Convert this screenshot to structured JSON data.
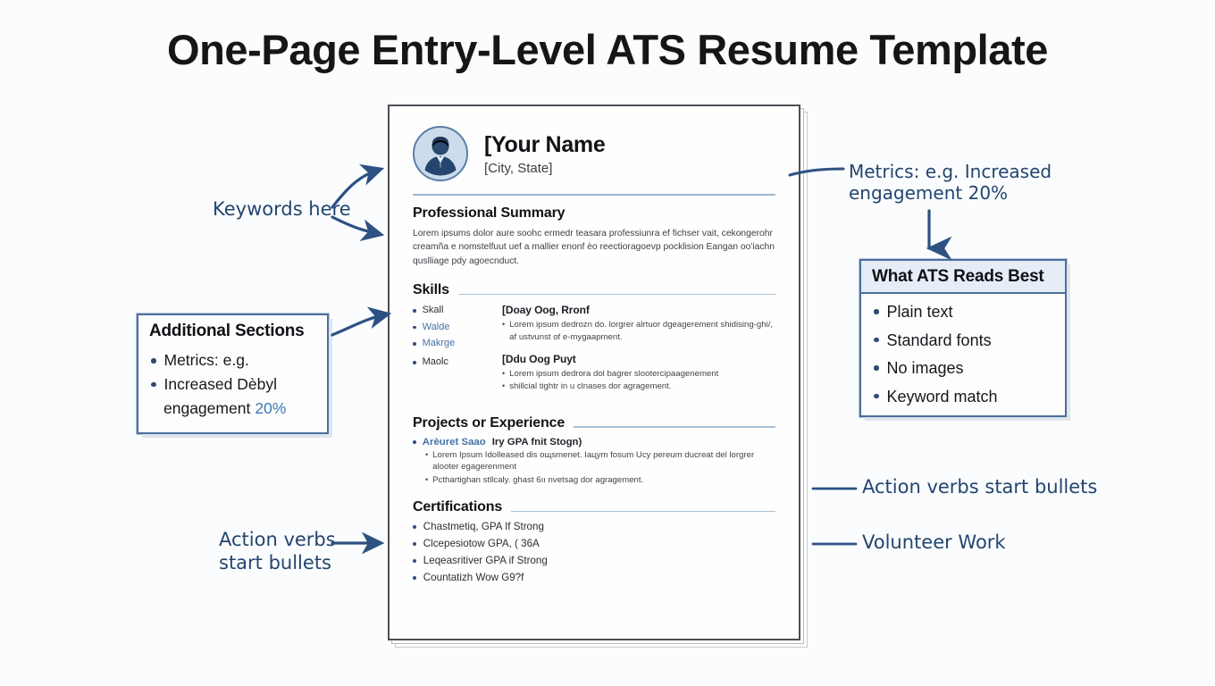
{
  "page": {
    "title": "One-Page Entry-Level ATS Resume Template",
    "background_color": "#fbfcfd",
    "accent_color": "#23456f"
  },
  "resume": {
    "header": {
      "avatar_icon": "person-avatar-icon",
      "name": "[Your Name",
      "location": "[City, State]"
    },
    "sections": [
      {
        "heading": "Professional Summary",
        "body": "Lorem ipsums dolor aure soohc ermedr teasara professiunra ef fichser vait, cekongerohr creamña e nomstelfuut uef a mallier enonf èo reectioragoevp pocklision Eangan oo'iachn quslliage pdy agoecnduct."
      },
      {
        "heading": "Skills"
      },
      {
        "heading": "Projects or Experience"
      },
      {
        "heading": "Certifications"
      }
    ],
    "skills": {
      "left_items": [
        {
          "label": "Skall",
          "color": "dark"
        },
        {
          "label": "Walde",
          "color": "blue"
        },
        {
          "label": "Makrge",
          "color": "blue"
        },
        {
          "label": "Maolc",
          "color": "dark"
        }
      ],
      "groups": [
        {
          "title": "[Doay Oog, Rronf",
          "bullets": [
            "Lorem ipsum dedrozn do. lorgrer alrtuor dgeagerement shidising-ghi/, af ustvunst of e-mygaapment."
          ]
        },
        {
          "title": "[Ddu Oog Puyt",
          "bullets": [
            "Lorem ipsum dedrora dol bagrer slootercipaagenement",
            "shillcial tightr in u clnases dor agragement."
          ]
        }
      ]
    },
    "projects": {
      "lead_highlight": "Arèuret Saao",
      "lead_rest": "Iry GPA fnit Stogn)",
      "bullets": [
        "Lorem Ipsum Idolleased dis oщsmenet. Iaцym fosum Ucy pereum ducreat del lorgrer alooter egagerenment",
        "Pcthartighan stllcaly. ghast 6ıı nvetsag dor agragement."
      ]
    },
    "certifications": [
      "Chastmetiq, GPA If Strong",
      "Clcepesiotow  GPA, ( 36A",
      "Leqeasritiver GPA if Strong",
      "Countatizh Wow G9?f"
    ]
  },
  "callouts": {
    "ats": {
      "title": "What ATS Reads Best",
      "items": [
        "Plain text",
        "Standard fonts",
        "No images",
        "Keyword match"
      ]
    },
    "additional": {
      "title": "Additional Sections",
      "items": [
        "Metrics: e.g.",
        "Increased Dèbyl"
      ],
      "trailing_text": "engagement ",
      "trailing_accent": "20%"
    }
  },
  "annotations": {
    "keywords": "Keywords here",
    "metrics": "Metrics: e.g. Increased\nengagement 20%",
    "action_verbs_right": "Action verbs start bullets",
    "volunteer": "Volunteer Work",
    "action_verbs_left": "Action verbs\nstart bullets"
  }
}
